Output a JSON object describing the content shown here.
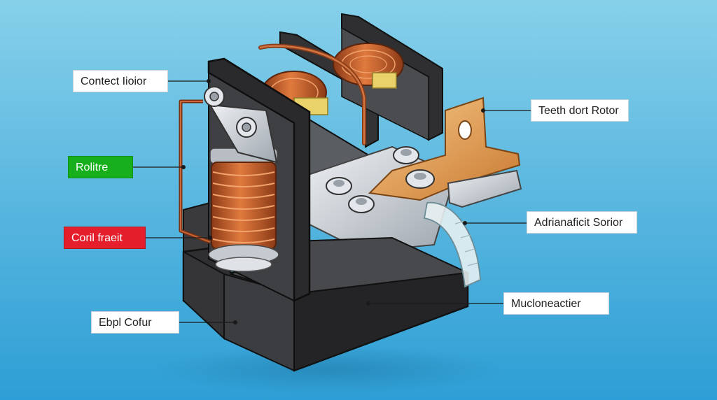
{
  "colors": {
    "background_top": "#85cfe9",
    "background_bottom": "#2e9fd6",
    "housing": "#2b2b2d",
    "coil_copper": "#c8642f",
    "terminal_brass": "#e3a85a",
    "metal": "#c7cdd3",
    "green_label": "#17b01c",
    "red_label": "#e41e2b"
  },
  "labels": {
    "contact_motor": "Contect Iioior",
    "rolltre": "Rolitre",
    "coil_frame": "Coril fraeit",
    "ebpl_cofur": "Ebpl Cofur",
    "teeth_dort_rotor": "Teeth dort Rotor",
    "adrianaficit_sorior": "Adrianaficit Sorior",
    "mucloneactier": "Mucloneactier"
  }
}
